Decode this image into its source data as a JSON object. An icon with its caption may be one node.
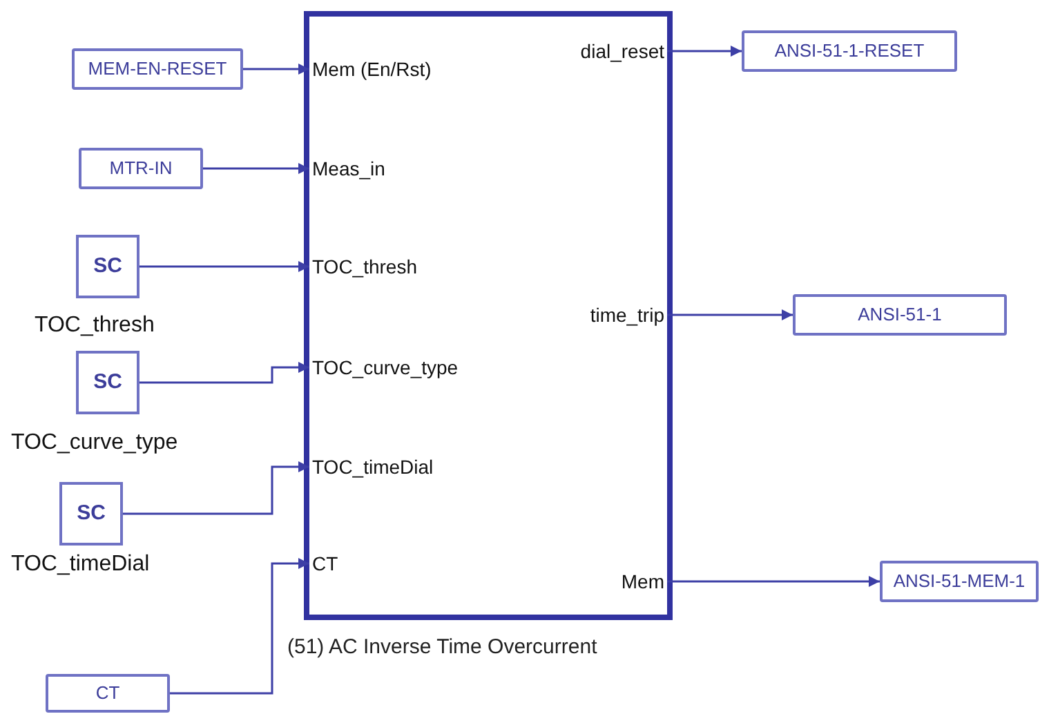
{
  "diagram": {
    "nodes": [
      {
        "text": [
          "(51) AC Inverse Time Overcurrent"
        ]
      },
      {
        "text": [
          "Mem (En/Rst)"
        ],
        "in": 0
      },
      {
        "text": [
          "Meas_in"
        ],
        "in": 0
      },
      {
        "text": [
          "TOC_thresh"
        ],
        "in": 0
      },
      {
        "text": [
          "TOC_curve_type"
        ],
        "in": 0
      },
      {
        "text": [
          "TOC_timeDial"
        ],
        "in": 0
      },
      {
        "text": [
          "CT"
        ],
        "in": 0
      },
      {
        "text": [
          "dial_reset"
        ],
        "in": 0
      },
      {
        "text": [
          "time_trip"
        ],
        "in": 0
      },
      {
        "text": [
          "Mem"
        ],
        "in": 0
      },
      {
        "text": [
          "MEM-EN-RESET"
        ]
      },
      {
        "text": [
          "MTR-IN"
        ]
      },
      {
        "text": [
          "SC"
        ],
        "beside": [
          "TOC_thresh"
        ]
      },
      {
        "text": [
          "SC"
        ],
        "beside": [
          "TOC_curve_type"
        ]
      },
      {
        "text": [
          "SC"
        ],
        "beside": [
          "TOC_timeDial"
        ]
      },
      {
        "text": [
          "CT"
        ]
      },
      {
        "text": [
          "ANSI-51-1-RESET"
        ]
      },
      {
        "text": [
          "ANSI-51-1"
        ]
      },
      {
        "text": [
          "ANSI-51-MEM-1"
        ]
      }
    ],
    "edges": [
      {
        "from": 10,
        "to": 1,
        "arrow": "to"
      },
      {
        "from": 11,
        "to": 2,
        "arrow": "to"
      },
      {
        "from": 12,
        "to": 3,
        "arrow": "to"
      },
      {
        "from": 13,
        "to": 4,
        "arrow": "to"
      },
      {
        "from": 14,
        "to": 5,
        "arrow": "to"
      },
      {
        "from": 15,
        "to": 6,
        "arrow": "to"
      },
      {
        "from": 7,
        "to": 16,
        "arrow": "to"
      },
      {
        "from": 8,
        "to": 17,
        "arrow": "to"
      },
      {
        "from": 9,
        "to": 18,
        "arrow": "to"
      }
    ]
  }
}
